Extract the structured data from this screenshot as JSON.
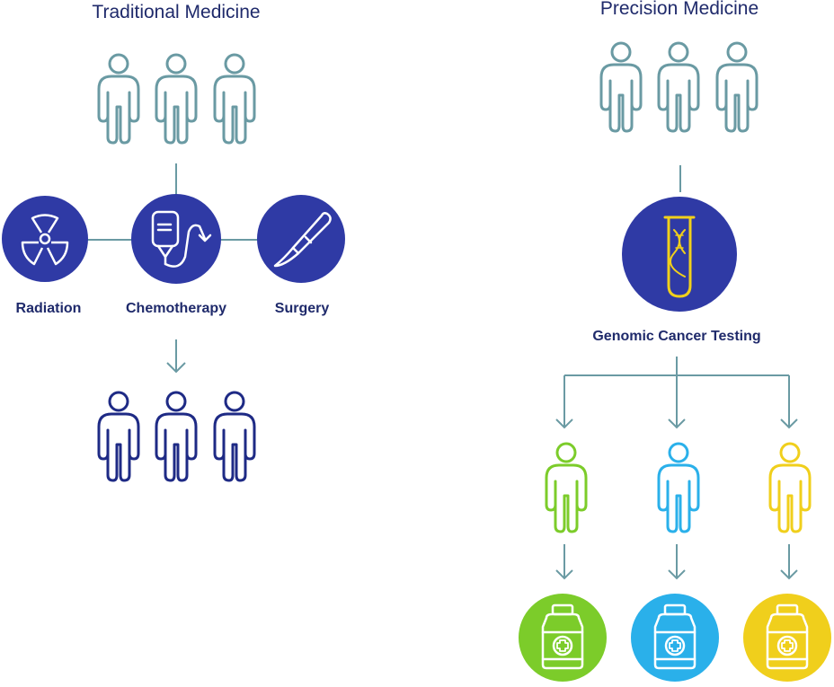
{
  "traditional": {
    "title": "Traditional Medicine",
    "treatments": [
      {
        "label": "Radiation",
        "icon": "radiation-icon"
      },
      {
        "label": "Chemotherapy",
        "icon": "iv-drip-icon"
      },
      {
        "label": "Surgery",
        "icon": "scalpel-icon"
      }
    ]
  },
  "precision": {
    "title": "Precision Medicine",
    "test": {
      "label": "Genomic Cancer Testing",
      "icon": "dna-test-tube-icon"
    },
    "medicine_icon": "medicine-bottle-icon"
  },
  "colors": {
    "person_gray": "#6a9aa3",
    "person_navy": "#1e2a85",
    "circle_navy": "#2f3aa5",
    "connector": "#6a9aa3",
    "green": "#7ccc2a",
    "blue": "#2ab0ea",
    "yellow": "#f0cf1c",
    "dna_yellow": "#f1d01b",
    "text": "#1f2a6b"
  }
}
